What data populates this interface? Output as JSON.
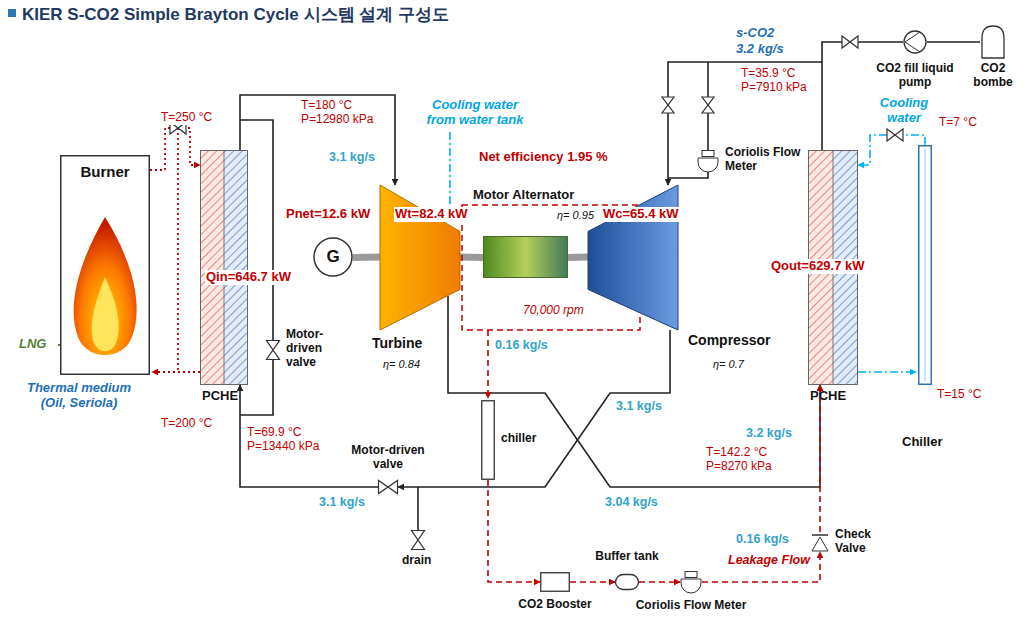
{
  "diagram": {
    "title": "KIER S-CO2 Simple Brayton Cycle 시스템 설계 구성도",
    "nodes": [
      {
        "text": [
          "Burner"
        ]
      },
      {
        "text": [
          "PCHE"
        ]
      },
      {
        "text": [
          "G"
        ]
      },
      {
        "text": [
          "Turbine"
        ]
      },
      {
        "text": [
          "Motor Alternator"
        ]
      },
      {
        "text": [
          "Compressor"
        ]
      },
      {
        "text": [
          "PCHE"
        ]
      },
      {
        "text": [
          "Chiller"
        ]
      },
      {
        "text": [
          "chiller"
        ]
      },
      {
        "text": [
          "Coriolis Flow Meter"
        ]
      },
      {
        "text": [
          "CO2 fill liquid pump"
        ]
      },
      {
        "text": [
          "CO2 bombe"
        ]
      },
      {
        "text": [
          "CO2 Booster"
        ]
      },
      {
        "text": [
          "Buffer tank"
        ]
      },
      {
        "text": [
          "Coriolis Flow Meter"
        ]
      },
      {
        "text": [
          "Check Valve"
        ]
      },
      {
        "text": [
          "Motor- driven valve"
        ]
      },
      {
        "text": [
          "Motor-driven valve"
        ]
      },
      {
        "text": [
          "drain"
        ]
      }
    ],
    "edges": [
      {
        "from": 1,
        "to": 3,
        "arrow": "to"
      },
      {
        "from": 0,
        "to": 1,
        "arrow": "to"
      },
      {
        "from": 2,
        "to": 3,
        "arrow": "none"
      },
      {
        "from": 3,
        "to": 4,
        "arrow": "none"
      },
      {
        "from": 4,
        "to": 5,
        "arrow": "none"
      },
      {
        "from": 3,
        "to": 6,
        "arrow": "to"
      },
      {
        "from": 5,
        "to": 17,
        "arrow": "to"
      },
      {
        "from": 17,
        "to": 1,
        "arrow": "to"
      },
      {
        "from": 6,
        "to": 5,
        "arrow": "to"
      },
      {
        "from": 11,
        "to": 10,
        "arrow": "none"
      },
      {
        "from": 7,
        "to": 6,
        "arrow": "to"
      },
      {
        "from": 8,
        "to": 12,
        "arrow": "to"
      },
      {
        "from": 12,
        "to": 13,
        "arrow": "to"
      },
      {
        "from": 13,
        "to": 14,
        "arrow": "to"
      },
      {
        "from": 14,
        "to": 15,
        "arrow": "to"
      },
      {
        "from": 15,
        "to": 6,
        "arrow": "to"
      }
    ],
    "labels": [
      "T=250 °C",
      "Qin=646.7 kW",
      "LNG",
      "Thermal medium (Oil, Seriola)",
      "T=200 °C",
      "T=180 °C",
      "P=12980 kPa",
      "3.1 kg/s",
      "Cooling water from water tank",
      "Net efficiency 1.95 %",
      "Pnet=12.6 kW",
      "Wt=82.4 kW",
      "η= 0.95",
      "Wc=65.4 kW",
      "70,000 rpm",
      "η= 0.84",
      "0.16 kg/s",
      "η= 0.7",
      "s-CO2",
      "3.2 kg/s",
      "T=35.9 °C",
      "P=7910 kPa",
      "Cooling water",
      "T=7 °C",
      "Qout=629.7 kW",
      "T=15 °C",
      "T=69.9 °C",
      "P=13440 kPa",
      "3.1 kg/s",
      "3.1 kg/s",
      "3.2 kg/s",
      "T=142.2 °C",
      "P=8270 kPa",
      "3.04 kg/s",
      "0.16 kg/s",
      "Leakage Flow"
    ]
  }
}
